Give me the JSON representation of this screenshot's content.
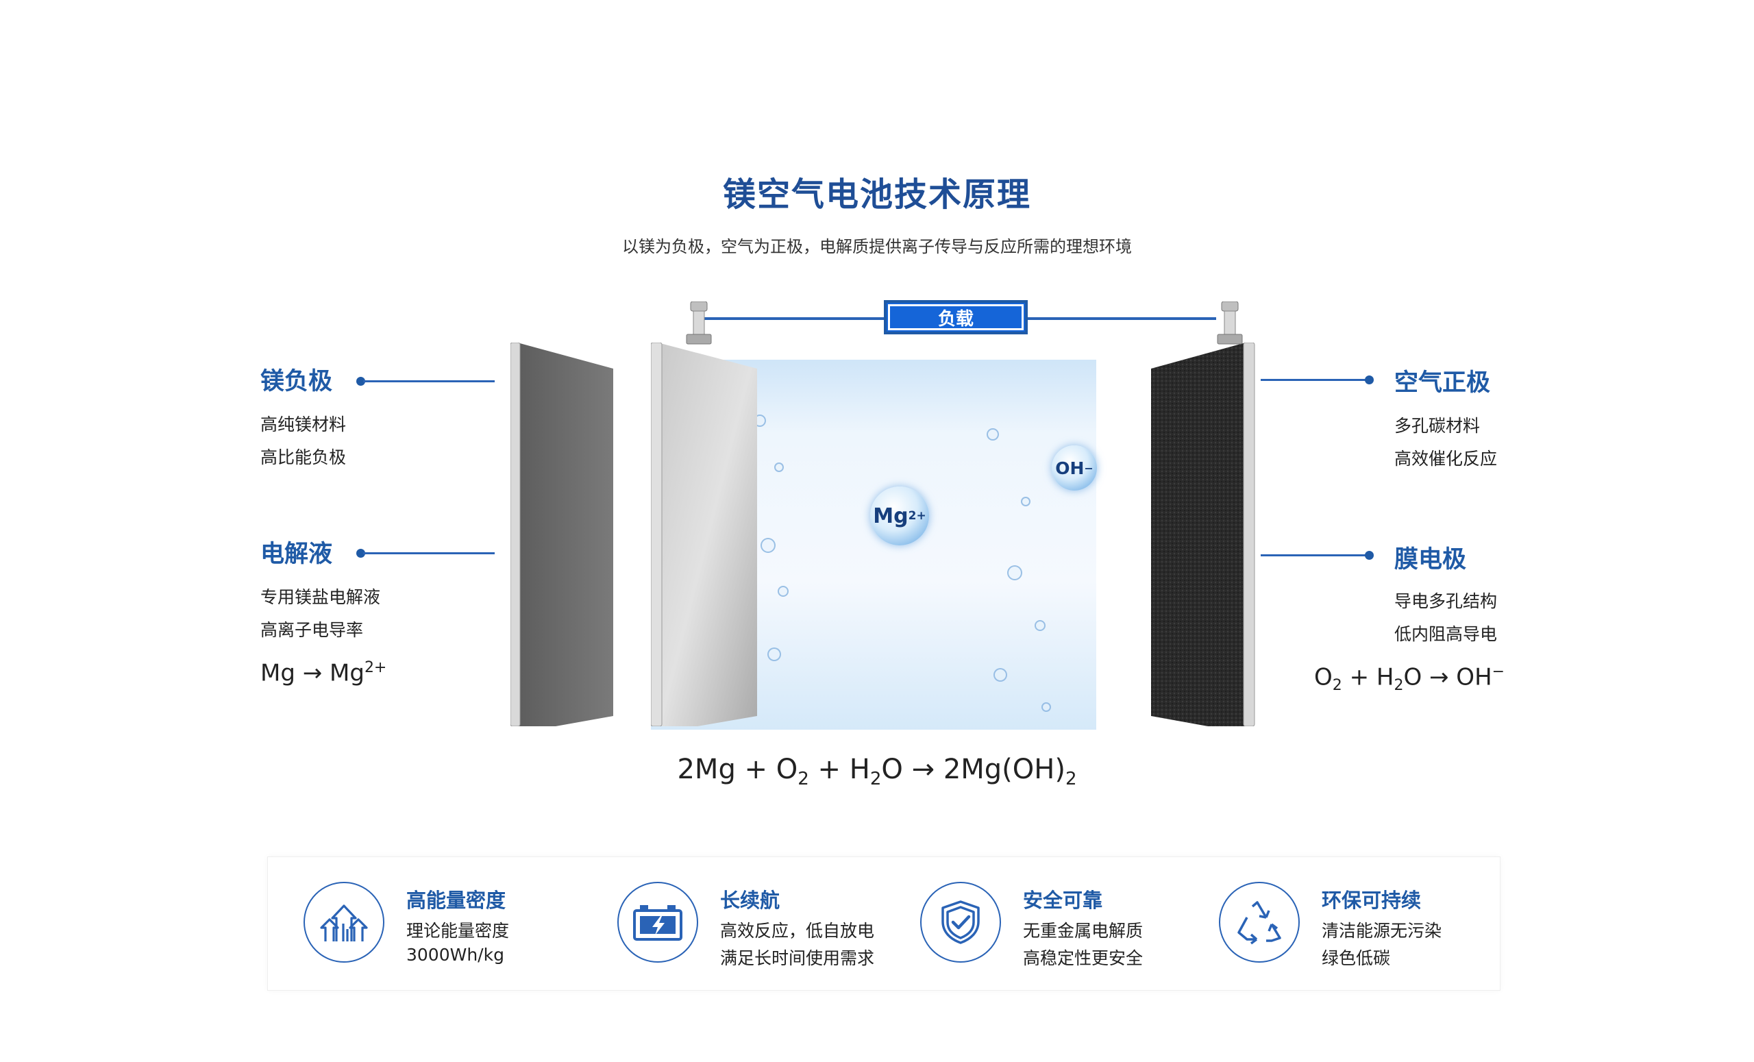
{
  "title": "镁空气电池技术原理",
  "subtitle": "以镁为负极，空气为正极，电解质提供离子传导与反应所需的理想环境",
  "load_label": "负载",
  "left": {
    "anode": {
      "heading": "镁负极",
      "lines": [
        "高纯镁材料",
        "高比能负极"
      ]
    },
    "electrolyte": {
      "heading": "电解液",
      "lines": [
        "专用镁盐电解液",
        "高离子电导率"
      ]
    },
    "formula": {
      "base": "Mg → Mg",
      "sup": "2+"
    }
  },
  "right": {
    "cathode": {
      "heading": "空气正极",
      "lines": [
        "多孔碳材料",
        "高效催化反应"
      ]
    },
    "membrane": {
      "heading": "膜电极",
      "lines": [
        "导电多孔结构",
        "低内阻高导电"
      ]
    },
    "formula": {
      "p1": "O",
      "s1": "2",
      "p2": " + H",
      "s2": "2",
      "p3": "O → OH",
      "sup": "−"
    }
  },
  "ions": {
    "mg": {
      "base": "Mg",
      "sup": "2+"
    },
    "oh": {
      "base": "OH",
      "sup": "−"
    }
  },
  "main_formula": {
    "p1": "2Mg + O",
    "s1": "2",
    "p2": " + H",
    "s2": "2",
    "p3": "O → 2Mg(OH)",
    "s3": "2"
  },
  "features": [
    {
      "icon": "energy-density-arrows-icon",
      "title": "高能量密度",
      "lines": [
        "理论能量密度",
        "3000Wh/kg"
      ]
    },
    {
      "icon": "battery-charge-icon",
      "title": "长续航",
      "lines": [
        "高效反应，低自放电",
        "满足长时间使用需求"
      ]
    },
    {
      "icon": "shield-check-icon",
      "title": "安全可靠",
      "lines": [
        "无重金属电解质",
        "高稳定性更安全"
      ]
    },
    {
      "icon": "recycle-icon",
      "title": "环保可持续",
      "lines": [
        "清洁能源无污染",
        "绿色低碳"
      ]
    }
  ],
  "colors": {
    "accent": "#1f5aa6",
    "title": "#1f4e96",
    "load_box": "#1565d8"
  }
}
